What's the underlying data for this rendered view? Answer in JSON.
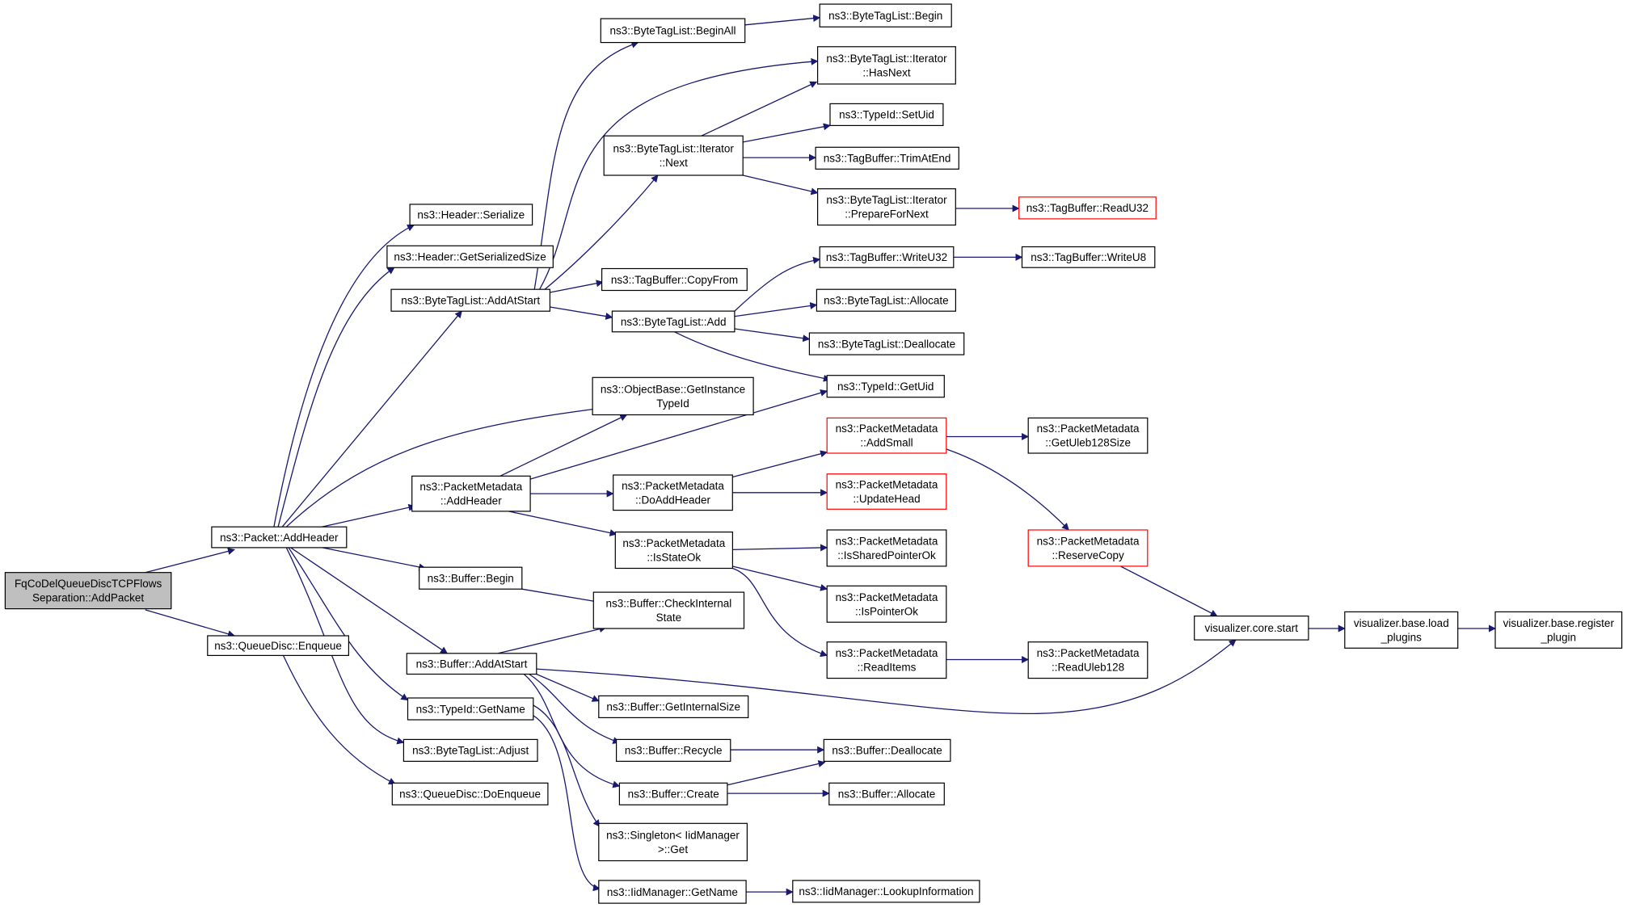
{
  "colors": {
    "edge": "#191970",
    "node_border": "#000000",
    "node_border_truncated": "#ff0000",
    "root_fill": "#bfbfbf",
    "node_fill": "#ffffff",
    "background": "#ffffff"
  },
  "nodes": [
    {
      "id": "root",
      "lines": [
        "FqCoDelQueueDiscTCPFlows",
        "Separation::AddPacket"
      ],
      "root": true
    },
    {
      "id": "addheader",
      "lines": [
        "ns3::Packet::AddHeader"
      ]
    },
    {
      "id": "enqueue",
      "lines": [
        "ns3::QueueDisc::Enqueue"
      ]
    },
    {
      "id": "hdrser",
      "lines": [
        "ns3::Header::Serialize"
      ]
    },
    {
      "id": "hdrsize",
      "lines": [
        "ns3::Header::GetSerializedSize"
      ]
    },
    {
      "id": "btl_addatstart",
      "lines": [
        "ns3::ByteTagList::AddAtStart"
      ]
    },
    {
      "id": "pm_addheader",
      "lines": [
        "ns3::PacketMetadata",
        "::AddHeader"
      ]
    },
    {
      "id": "buf_begin",
      "lines": [
        "ns3::Buffer::Begin"
      ]
    },
    {
      "id": "buf_addatstart",
      "lines": [
        "ns3::Buffer::AddAtStart"
      ]
    },
    {
      "id": "tid_getname",
      "lines": [
        "ns3::TypeId::GetName"
      ]
    },
    {
      "id": "btl_adjust",
      "lines": [
        "ns3::ByteTagList::Adjust"
      ]
    },
    {
      "id": "qd_doenqueue",
      "lines": [
        "ns3::QueueDisc::DoEnqueue"
      ]
    },
    {
      "id": "btl_beginall",
      "lines": [
        "ns3::ByteTagList::BeginAll"
      ]
    },
    {
      "id": "btli_next",
      "lines": [
        "ns3::ByteTagList::Iterator",
        "::Next"
      ]
    },
    {
      "id": "tb_copyfrom",
      "lines": [
        "ns3::TagBuffer::CopyFrom"
      ]
    },
    {
      "id": "btl_add",
      "lines": [
        "ns3::ByteTagList::Add"
      ]
    },
    {
      "id": "ob_getinst",
      "lines": [
        "ns3::ObjectBase::GetInstance",
        "TypeId"
      ]
    },
    {
      "id": "pm_doaddheader",
      "lines": [
        "ns3::PacketMetadata",
        "::DoAddHeader"
      ]
    },
    {
      "id": "pm_isstateok",
      "lines": [
        "ns3::PacketMetadata",
        "::IsStateOk"
      ]
    },
    {
      "id": "buf_checkinternal",
      "lines": [
        "ns3::Buffer::CheckInternal",
        "State"
      ]
    },
    {
      "id": "buf_getinternalsize",
      "lines": [
        "ns3::Buffer::GetInternalSize"
      ]
    },
    {
      "id": "buf_recycle",
      "lines": [
        "ns3::Buffer::Recycle"
      ]
    },
    {
      "id": "buf_create",
      "lines": [
        "ns3::Buffer::Create"
      ]
    },
    {
      "id": "singleton_get",
      "lines": [
        "ns3::Singleton< IidManager",
        ">::Get"
      ]
    },
    {
      "id": "iid_getname",
      "lines": [
        "ns3::IidManager::GetName"
      ]
    },
    {
      "id": "btl_begin",
      "lines": [
        "ns3::ByteTagList::Begin"
      ]
    },
    {
      "id": "btli_hasnext",
      "lines": [
        "ns3::ByteTagList::Iterator",
        "::HasNext"
      ]
    },
    {
      "id": "tid_setuid",
      "lines": [
        "ns3::TypeId::SetUid"
      ]
    },
    {
      "id": "tb_trimatend",
      "lines": [
        "ns3::TagBuffer::TrimAtEnd"
      ]
    },
    {
      "id": "btli_preparefornext",
      "lines": [
        "ns3::ByteTagList::Iterator",
        "::PrepareForNext"
      ]
    },
    {
      "id": "tb_writeu32",
      "lines": [
        "ns3::TagBuffer::WriteU32"
      ]
    },
    {
      "id": "btl_allocate",
      "lines": [
        "ns3::ByteTagList::Allocate"
      ]
    },
    {
      "id": "btl_deallocate",
      "lines": [
        "ns3::ByteTagList::Deallocate"
      ]
    },
    {
      "id": "tid_getuid",
      "lines": [
        "ns3::TypeId::GetUid"
      ]
    },
    {
      "id": "pm_addsmall",
      "lines": [
        "ns3::PacketMetadata",
        "::AddSmall"
      ],
      "truncated": true
    },
    {
      "id": "pm_updatehead",
      "lines": [
        "ns3::PacketMetadata",
        "::UpdateHead"
      ],
      "truncated": true
    },
    {
      "id": "pm_issharedptrok",
      "lines": [
        "ns3::PacketMetadata",
        "::IsSharedPointerOk"
      ]
    },
    {
      "id": "pm_isptrok",
      "lines": [
        "ns3::PacketMetadata",
        "::IsPointerOk"
      ]
    },
    {
      "id": "pm_readitems",
      "lines": [
        "ns3::PacketMetadata",
        "::ReadItems"
      ]
    },
    {
      "id": "buf_deallocate",
      "lines": [
        "ns3::Buffer::Deallocate"
      ]
    },
    {
      "id": "buf_allocate",
      "lines": [
        "ns3::Buffer::Allocate"
      ]
    },
    {
      "id": "iid_lookupinfo",
      "lines": [
        "ns3::IidManager::LookupInformation"
      ]
    },
    {
      "id": "tb_readu32",
      "lines": [
        "ns3::TagBuffer::ReadU32"
      ],
      "truncated": true
    },
    {
      "id": "tb_writeu8",
      "lines": [
        "ns3::TagBuffer::WriteU8"
      ]
    },
    {
      "id": "pm_getuleb",
      "lines": [
        "ns3::PacketMetadata",
        "::GetUleb128Size"
      ]
    },
    {
      "id": "pm_reservecopy",
      "lines": [
        "ns3::PacketMetadata",
        "::ReserveCopy"
      ],
      "truncated": true
    },
    {
      "id": "pm_readuleb",
      "lines": [
        "ns3::PacketMetadata",
        "::ReadUleb128"
      ]
    },
    {
      "id": "vis_core_start",
      "lines": [
        "visualizer.core.start"
      ]
    },
    {
      "id": "vis_load_plugins",
      "lines": [
        "visualizer.base.load",
        "_plugins"
      ]
    },
    {
      "id": "vis_register_plugin",
      "lines": [
        "visualizer.base.register",
        "_plugin"
      ]
    }
  ]
}
